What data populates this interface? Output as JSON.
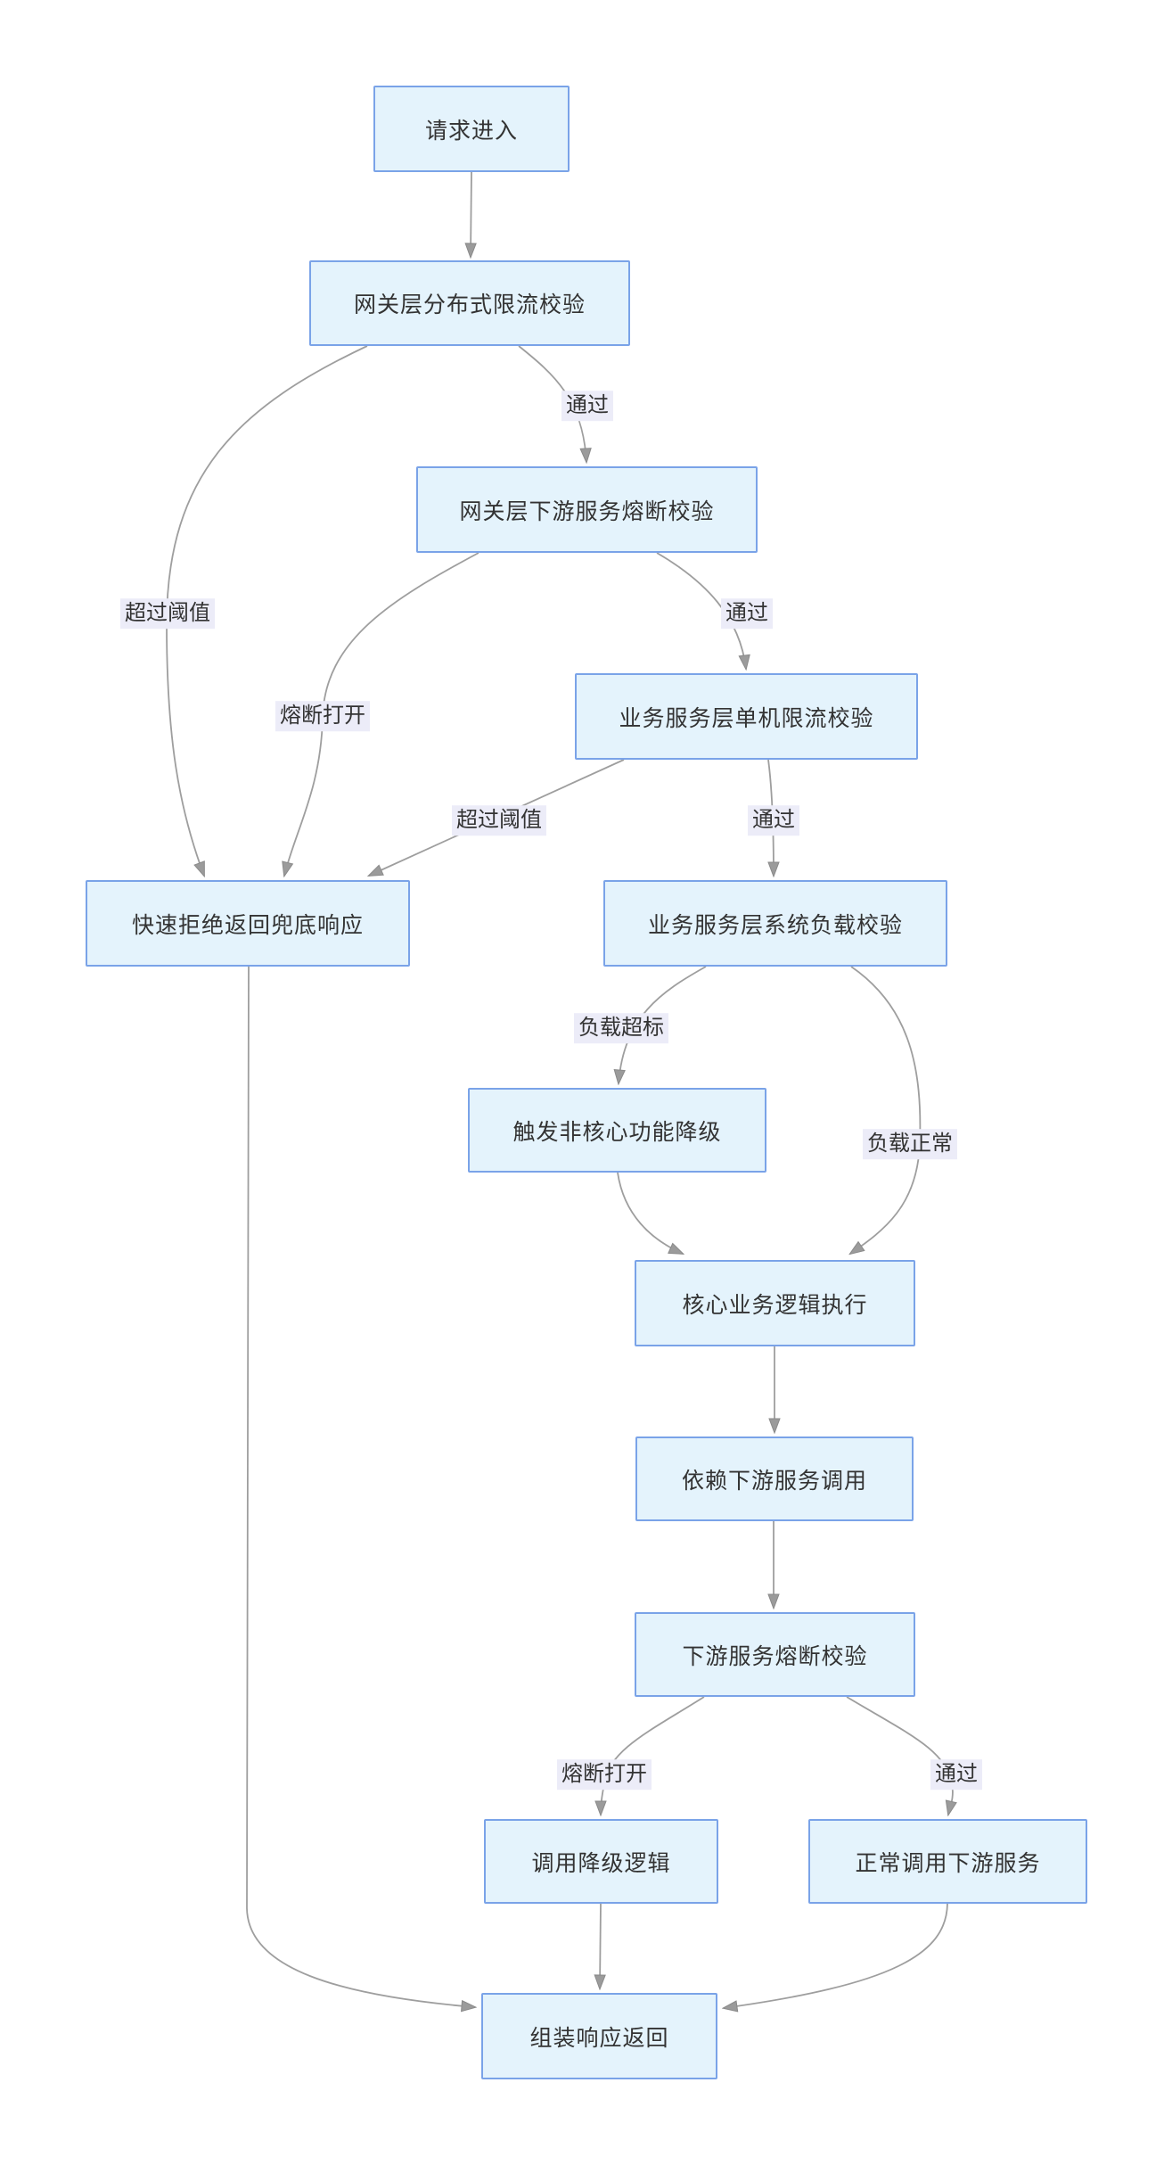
{
  "diagram": {
    "type": "flowchart",
    "direction": "top-down",
    "colors": {
      "background": "#FFFFFF",
      "node_fill": "#E4F3FC",
      "node_border": "#7AA3E8",
      "node_text": "#333333",
      "edge_line": "#999999",
      "edge_label_bg": "#ECECF8",
      "edge_label_text": "#333333"
    },
    "nodes": [
      {
        "id": "A",
        "label": "请求进入"
      },
      {
        "id": "B",
        "label": "网关层分布式限流校验"
      },
      {
        "id": "C",
        "label": "网关层下游服务熔断校验"
      },
      {
        "id": "D",
        "label": "业务服务层单机限流校验"
      },
      {
        "id": "E",
        "label": "快速拒绝返回兜底响应"
      },
      {
        "id": "F",
        "label": "业务服务层系统负载校验"
      },
      {
        "id": "G",
        "label": "触发非核心功能降级"
      },
      {
        "id": "H",
        "label": "核心业务逻辑执行"
      },
      {
        "id": "I",
        "label": "依赖下游服务调用"
      },
      {
        "id": "J",
        "label": "下游服务熔断校验"
      },
      {
        "id": "K",
        "label": "调用降级逻辑"
      },
      {
        "id": "L",
        "label": "正常调用下游服务"
      },
      {
        "id": "M",
        "label": "组装响应返回"
      }
    ],
    "edges": [
      {
        "from": "请求进入",
        "to": "网关层分布式限流校验",
        "label": ""
      },
      {
        "from": "网关层分布式限流校验",
        "to": "网关层下游服务熔断校验",
        "label": "通过"
      },
      {
        "from": "网关层分布式限流校验",
        "to": "快速拒绝返回兜底响应",
        "label": "超过阈值"
      },
      {
        "from": "网关层下游服务熔断校验",
        "to": "快速拒绝返回兜底响应",
        "label": "熔断打开"
      },
      {
        "from": "网关层下游服务熔断校验",
        "to": "业务服务层单机限流校验",
        "label": "通过"
      },
      {
        "from": "业务服务层单机限流校验",
        "to": "快速拒绝返回兜底响应",
        "label": "超过阈值"
      },
      {
        "from": "业务服务层单机限流校验",
        "to": "业务服务层系统负载校验",
        "label": "通过"
      },
      {
        "from": "业务服务层系统负载校验",
        "to": "触发非核心功能降级",
        "label": "负载超标"
      },
      {
        "from": "业务服务层系统负载校验",
        "to": "核心业务逻辑执行",
        "label": "负载正常"
      },
      {
        "from": "触发非核心功能降级",
        "to": "核心业务逻辑执行",
        "label": ""
      },
      {
        "from": "核心业务逻辑执行",
        "to": "依赖下游服务调用",
        "label": ""
      },
      {
        "from": "依赖下游服务调用",
        "to": "下游服务熔断校验",
        "label": ""
      },
      {
        "from": "下游服务熔断校验",
        "to": "调用降级逻辑",
        "label": "熔断打开"
      },
      {
        "from": "下游服务熔断校验",
        "to": "正常调用下游服务",
        "label": "通过"
      },
      {
        "from": "调用降级逻辑",
        "to": "组装响应返回",
        "label": ""
      },
      {
        "from": "正常调用下游服务",
        "to": "组装响应返回",
        "label": ""
      },
      {
        "from": "快速拒绝返回兜底响应",
        "to": "组装响应返回",
        "label": ""
      }
    ]
  }
}
